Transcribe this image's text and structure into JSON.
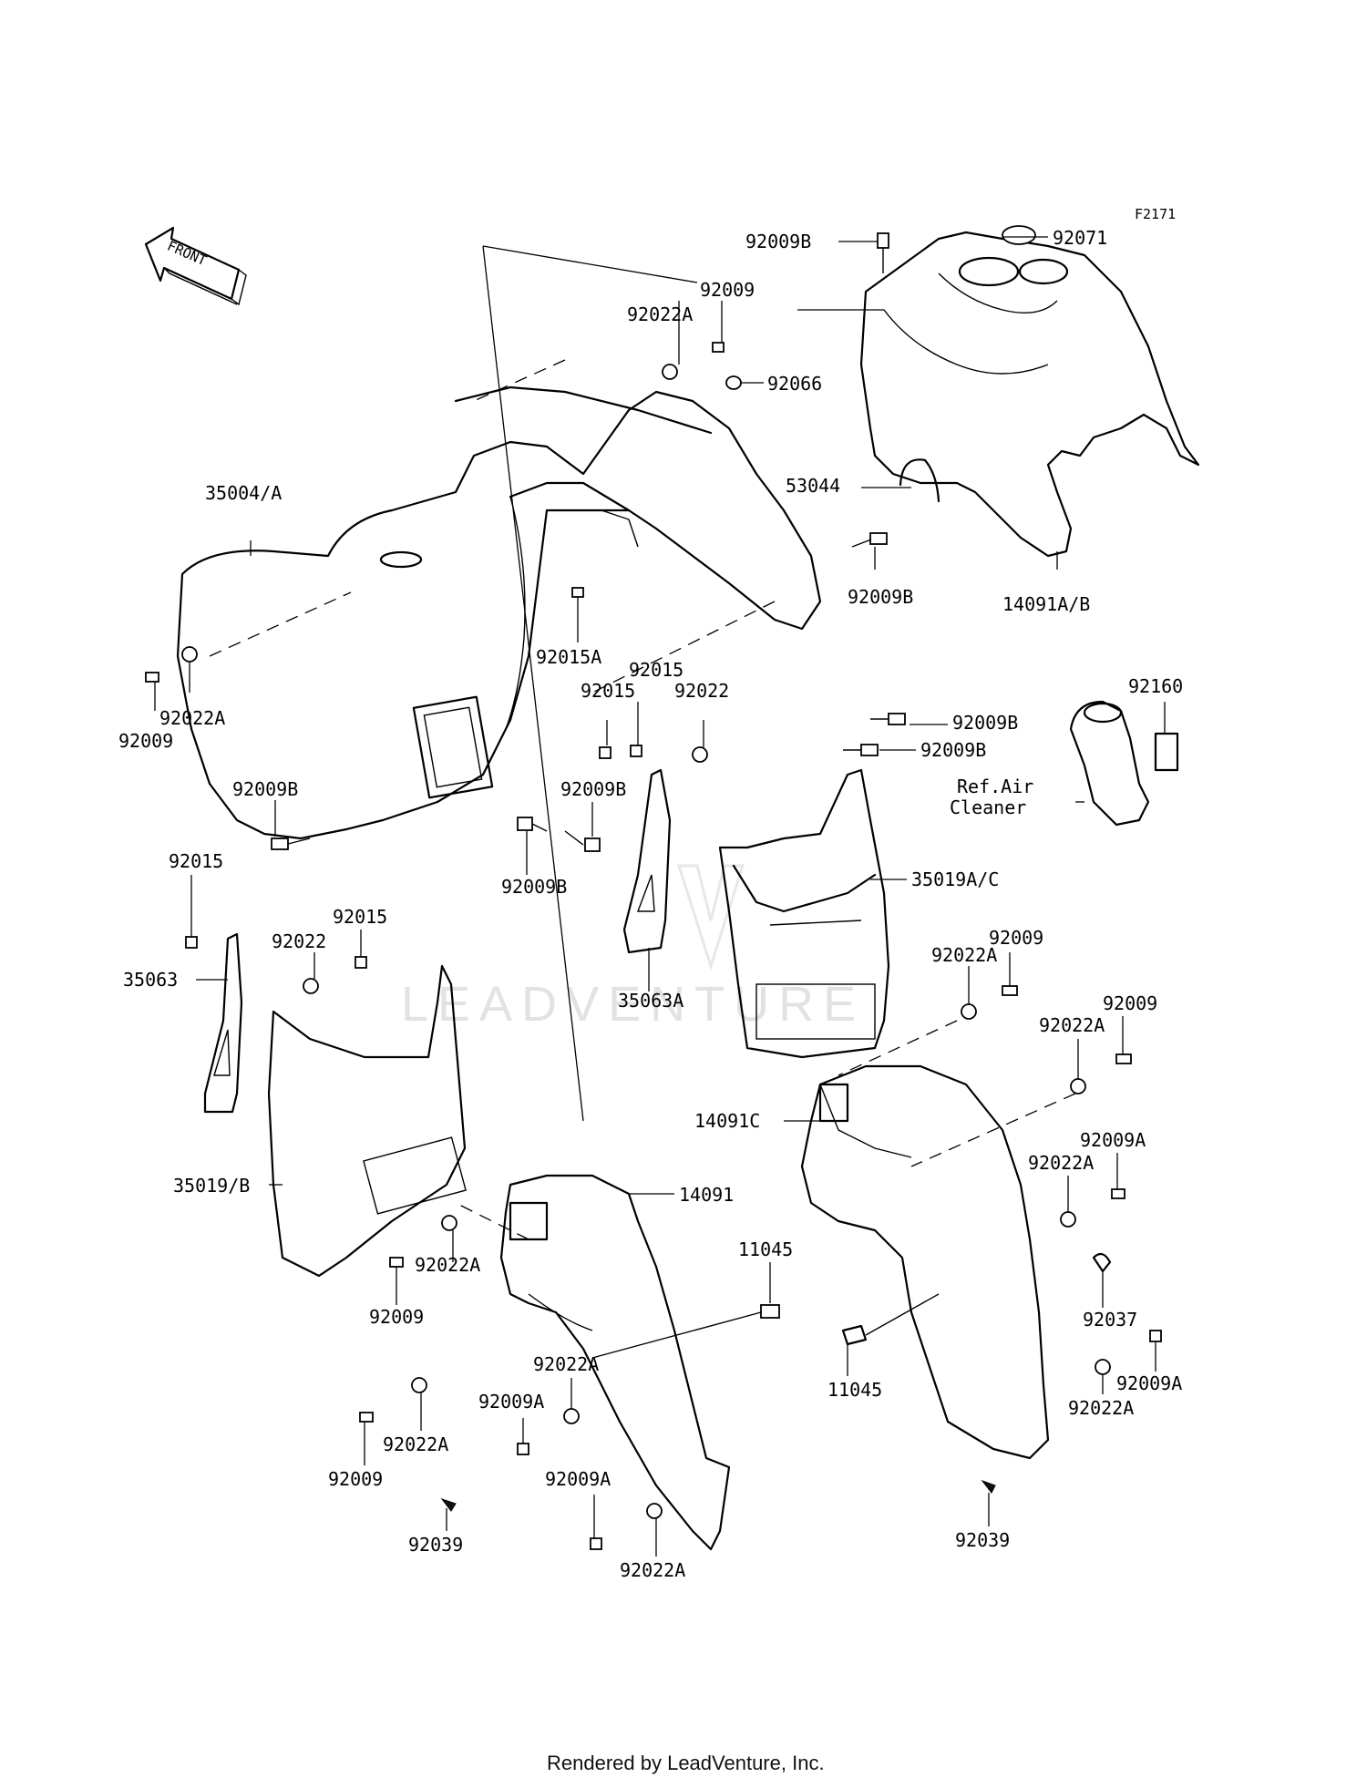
{
  "diagram": {
    "code": "F2171",
    "front_label": "FRONT",
    "ref_note": [
      "Ref.Air",
      "Cleaner"
    ],
    "watermark": "LEADVENTURE",
    "footer": "Rendered by LeadVenture, Inc.",
    "callouts": {
      "c_92009B_top": "92009B",
      "c_92071": "92071",
      "c_92009_top": "92009",
      "c_92022A_top": "92022A",
      "c_92066": "92066",
      "c_53044": "53044",
      "c_35004A": "35004/A",
      "c_92009B_mid": "92009B",
      "c_14091AB": "14091A/B",
      "c_92015A": "92015A",
      "c_92015_a": "92015",
      "c_92015_b": "92015",
      "c_92022_mid": "92022",
      "c_92009B_r1": "92009B",
      "c_92160": "92160",
      "c_92022A_left": "92022A",
      "c_92009_left": "92009",
      "c_92009B_r2": "92009B",
      "c_92009B_left": "92009B",
      "c_92009B_center": "92009B",
      "c_92009B_low": "92009B",
      "c_35019AC": "35019A/C",
      "c_92015_left": "92015",
      "c_92015_low": "92015",
      "c_92022_low": "92022",
      "c_35063": "35063",
      "c_35063A": "35063A",
      "c_92009_r": "92009",
      "c_92022A_r1": "92022A",
      "c_92009_r2": "92009",
      "c_92022A_r2": "92022A",
      "c_14091C": "14091C",
      "c_92009A_r": "92009A",
      "c_92022A_r3": "92022A",
      "c_35019B": "35019/B",
      "c_14091": "14091",
      "c_92022A_c1": "92022A",
      "c_11045_a": "11045",
      "c_92037": "92037",
      "c_92009_c": "92009",
      "c_92009A_r2": "92009A",
      "c_92022A_c2": "92022A",
      "c_92009A_c": "92009A",
      "c_11045_b": "11045",
      "c_92022A_r4": "92022A",
      "c_92022A_c3": "92022A",
      "c_92009_c2": "92009",
      "c_92009A_c2": "92009A",
      "c_92039_a": "92039",
      "c_92022A_c4": "92022A",
      "c_92039_b": "92039"
    }
  }
}
